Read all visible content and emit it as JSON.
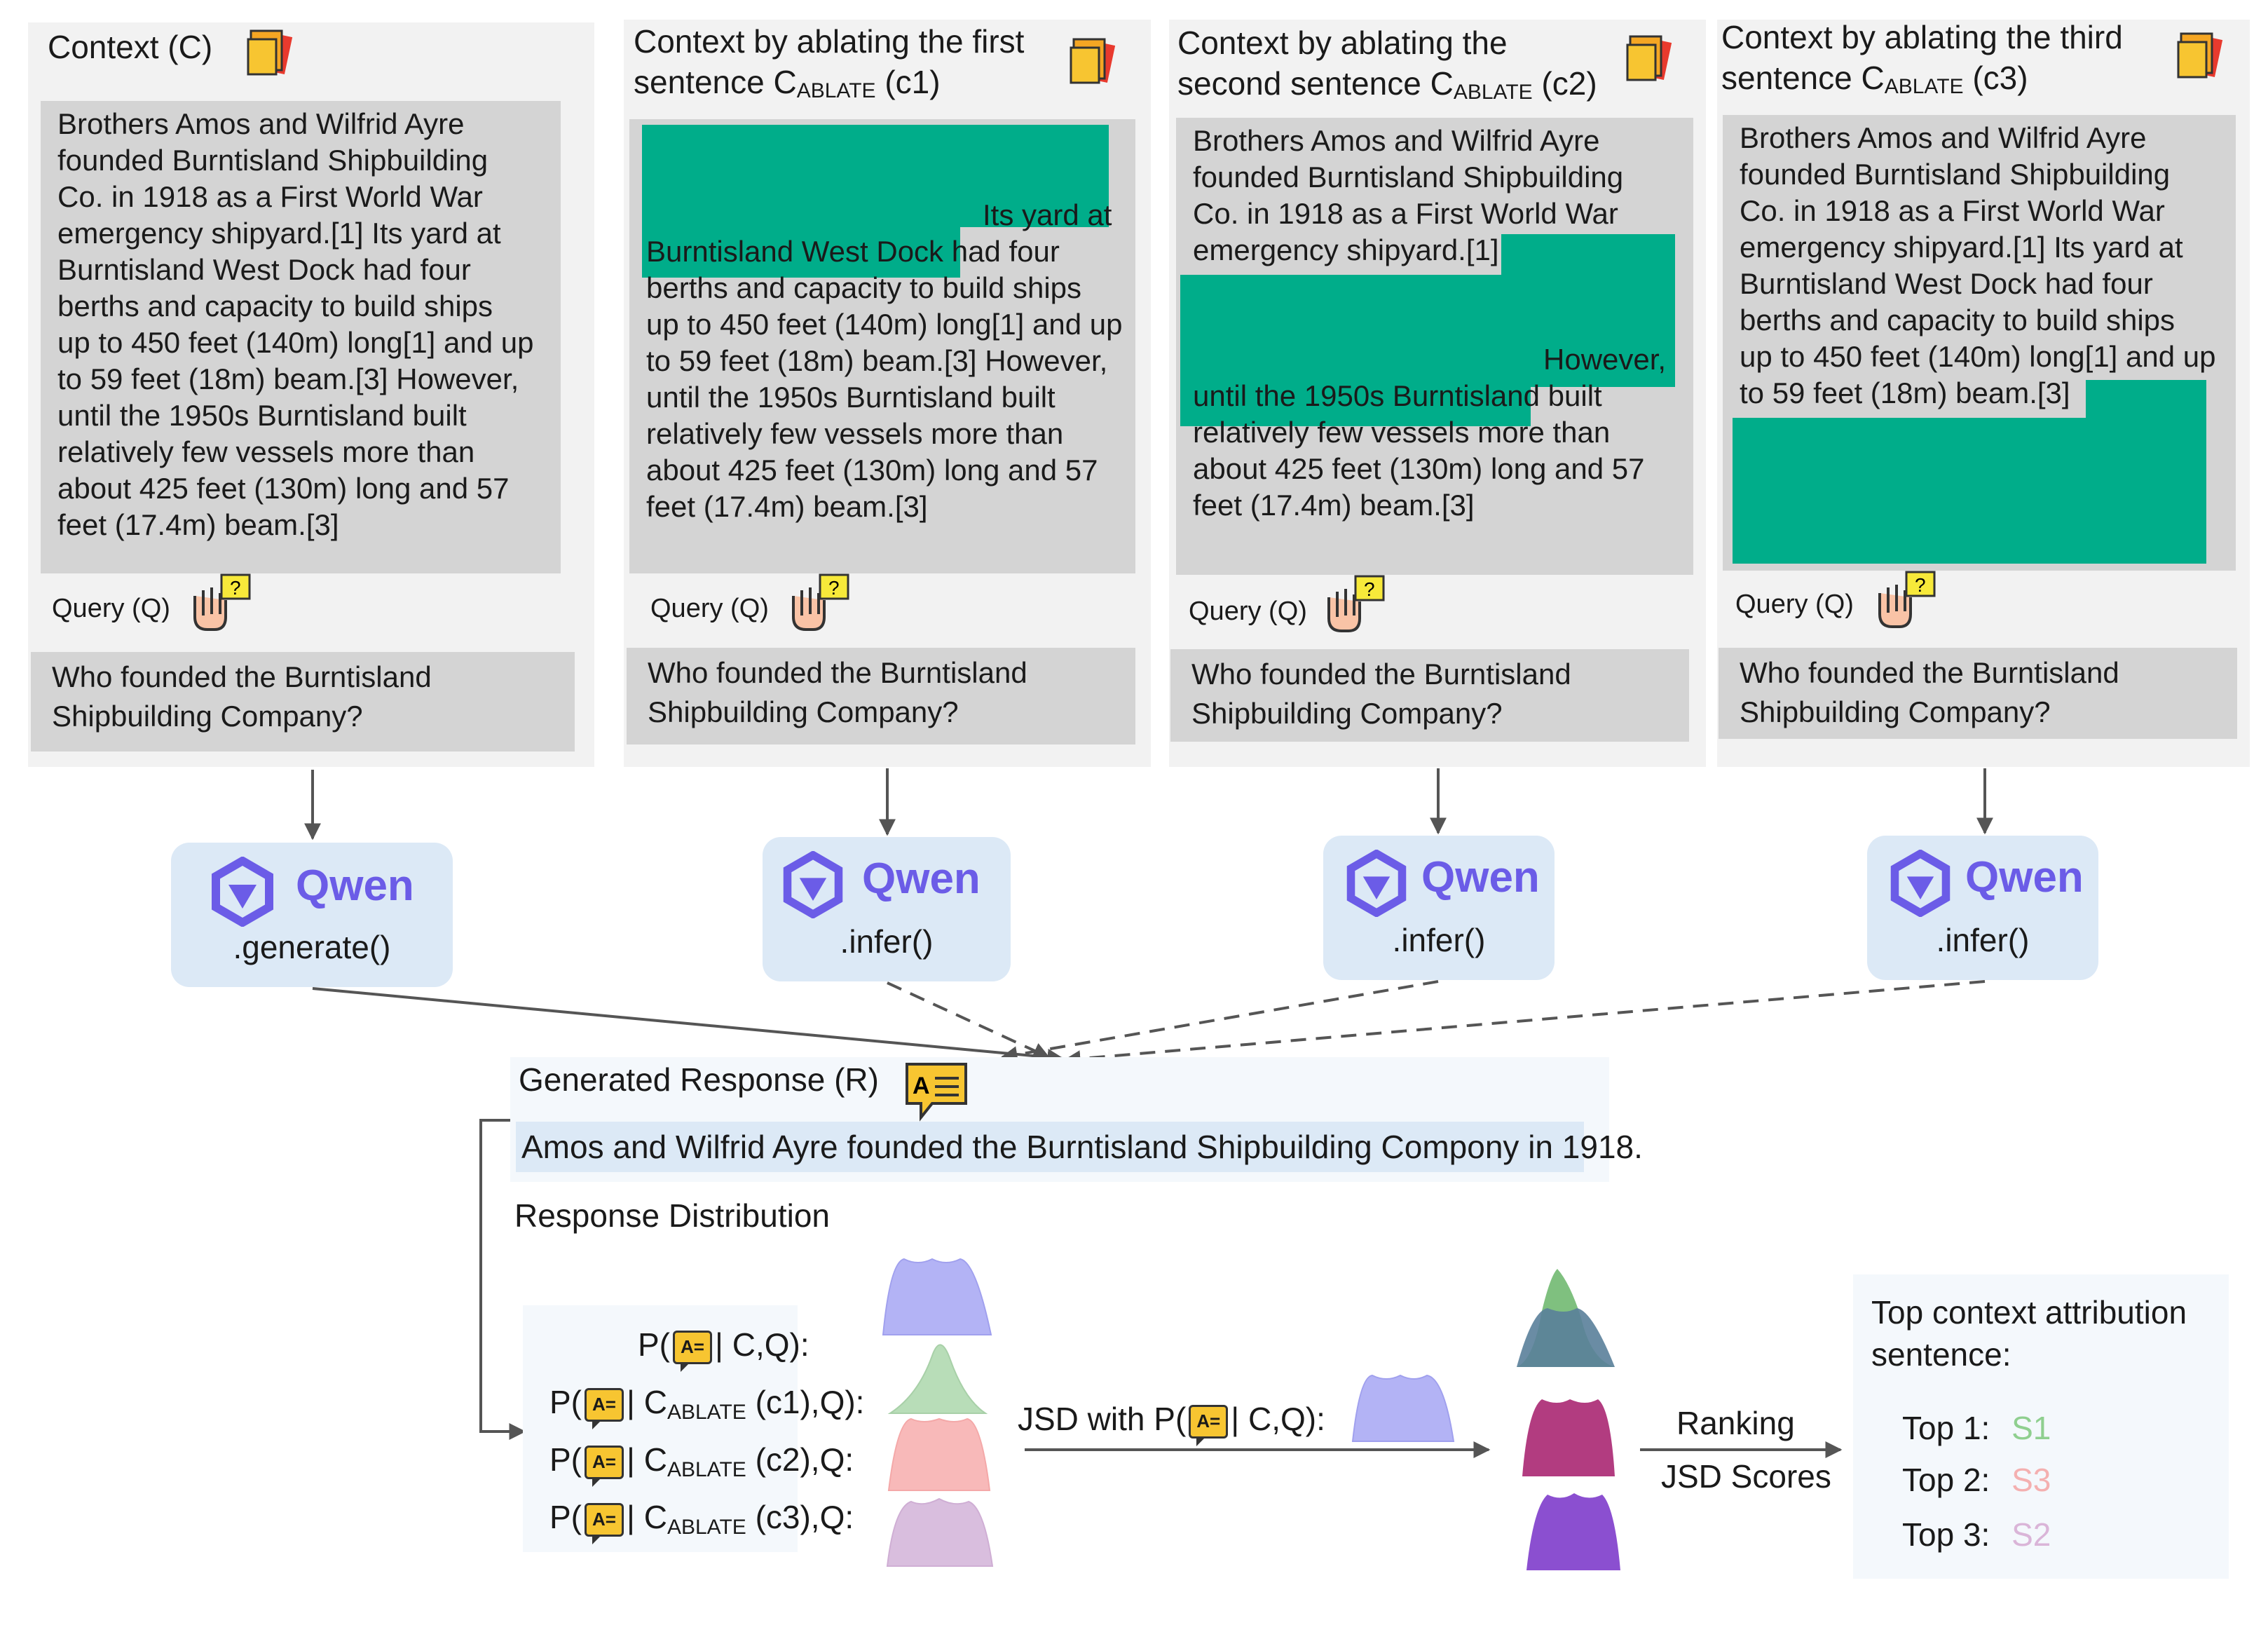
{
  "panels": [
    {
      "title": "Context (C)",
      "context_lines": [
        "Brothers Amos and Wilfrid Ayre",
        "founded Burntisland Shipbuilding",
        "Co. in 1918 as a First World War",
        "emergency shipyard.[1] Its yard at",
        "Burntisland West Dock had four",
        "berths and capacity to build ships",
        "up to 450 feet (140m) long[1] and up",
        "to 59 feet (18m) beam.[3] However,",
        "until the 1950s Burntisland built",
        "relatively few vessels more than",
        "about 425 feet (130m) long and 57",
        "feet (17.4m) beam.[3]"
      ],
      "query_label": "Query (Q)",
      "query": "Who founded the Burntisland Shipbuilding Company?"
    },
    {
      "title_a": "Context by ablating the first",
      "title_b": "sentence C",
      "title_sub": "ABLATE",
      "title_c": "(c1)",
      "context_lines": [
        "",
        "",
        "Its yard at",
        "Burntisland West Dock had four",
        "berths and capacity to build ships",
        "up to 450 feet (140m) long[1] and up",
        "to 59 feet (18m) beam.[3] However,",
        "until the 1950s Burntisland built",
        "relatively few vessels more than",
        "about 425 feet (130m) long and 57",
        "feet (17.4m) beam.[3]"
      ],
      "query_label": "Query (Q)",
      "query": "Who founded the Burntisland Shipbuilding Company?"
    },
    {
      "title_a": "Context by ablating the",
      "title_b": "second sentence C",
      "title_sub": "ABLATE",
      "title_c": "(c2)",
      "context_lines": [
        "Brothers Amos and Wilfrid Ayre",
        "founded Burntisland Shipbuilding",
        "Co. in 1918 as a First World War",
        "emergency shipyard.[1]",
        "",
        "",
        "However,",
        "until the 1950s Burntisland built",
        "relatively few vessels more than",
        "about 425 feet (130m) long and 57",
        "feet (17.4m) beam.[3]"
      ],
      "query_label": "Query (Q)",
      "query": "Who founded the Burntisland Shipbuilding Company?"
    },
    {
      "title_a": "Context by ablating the third",
      "title_b": "sentence C",
      "title_sub": "ABLATE",
      "title_c": "(c3)",
      "context_lines": [
        "Brothers Amos and Wilfrid Ayre",
        "founded Burntisland Shipbuilding",
        "Co. in 1918 as a First World War",
        "emergency shipyard.[1] Its yard at",
        "Burntisland West Dock had four",
        "berths and capacity to build ships",
        "up to 450 feet (140m) long[1] and up",
        "to 59 feet (18m) beam.[3]"
      ],
      "query_label": "Query (Q)",
      "query": "Who founded the Burntisland Shipbuilding Company?"
    }
  ],
  "models": [
    {
      "brand": "Qwen",
      "method": ".generate()"
    },
    {
      "brand": "Qwen",
      "method": ".infer()"
    },
    {
      "brand": "Qwen",
      "method": ".infer()"
    },
    {
      "brand": "Qwen",
      "method": ".infer()"
    }
  ],
  "response": {
    "label": "Generated Response (R)",
    "text": "Amos and Wilfrid Ayre founded the Burntisland Shipbuilding Compony in 1918.",
    "icon_text": "A="
  },
  "distribution": {
    "title": "Response Distribution",
    "rows": [
      {
        "pre": "P(",
        "post": "| C,Q):",
        "sub": "",
        "tail": ""
      },
      {
        "pre": "P(",
        "post": "| C",
        "sub": "ABLATE",
        "tail": "(c1),Q):"
      },
      {
        "pre": "P(",
        "post": "| C",
        "sub": "ABLATE",
        "tail": "(c2),Q:"
      },
      {
        "pre": "P(",
        "post": "| C",
        "sub": "ABLATE",
        "tail": "(c3),Q:"
      }
    ],
    "jsd_pre": "JSD with",
    "jsd_p": "P(",
    "jsd_post": "| C,Q):",
    "ranking_label_1": "Ranking",
    "ranking_label_2": "JSD Scores"
  },
  "attribution": {
    "title_1": "Top context attribution",
    "title_2": "sentence:",
    "items": [
      {
        "label": "Top 1:",
        "value": "S1",
        "color": "#8fcf8f"
      },
      {
        "label": "Top 2:",
        "value": "S3",
        "color": "#f4b0b0"
      },
      {
        "label": "Top 3:",
        "value": "S2",
        "color": "#dab5d8"
      }
    ]
  },
  "colors": {
    "panel": "#f2f2f2",
    "box": "#d4d4d4",
    "ablate": "#00ad8a",
    "model": "#dce9f6",
    "brand": "#6b5ce7",
    "dist_blue": "#b3b3f5",
    "dist_green": "#b8ddb8",
    "dist_pink": "#f8b9b9",
    "dist_purple": "#d9bede"
  }
}
